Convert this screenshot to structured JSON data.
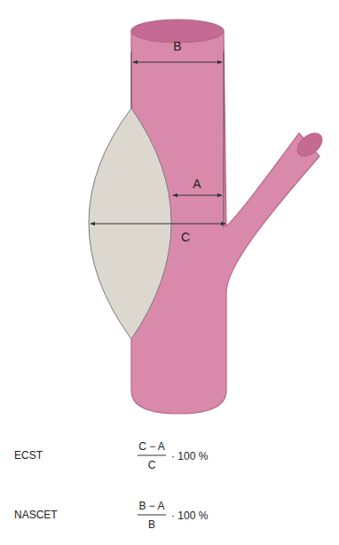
{
  "diagram": {
    "labels": [
      "B",
      "A",
      "C",
      "ECST",
      "C − A",
      "C",
      "· 100 %",
      "NASCET",
      "B − A",
      "B",
      "· 100 %"
    ]
  }
}
